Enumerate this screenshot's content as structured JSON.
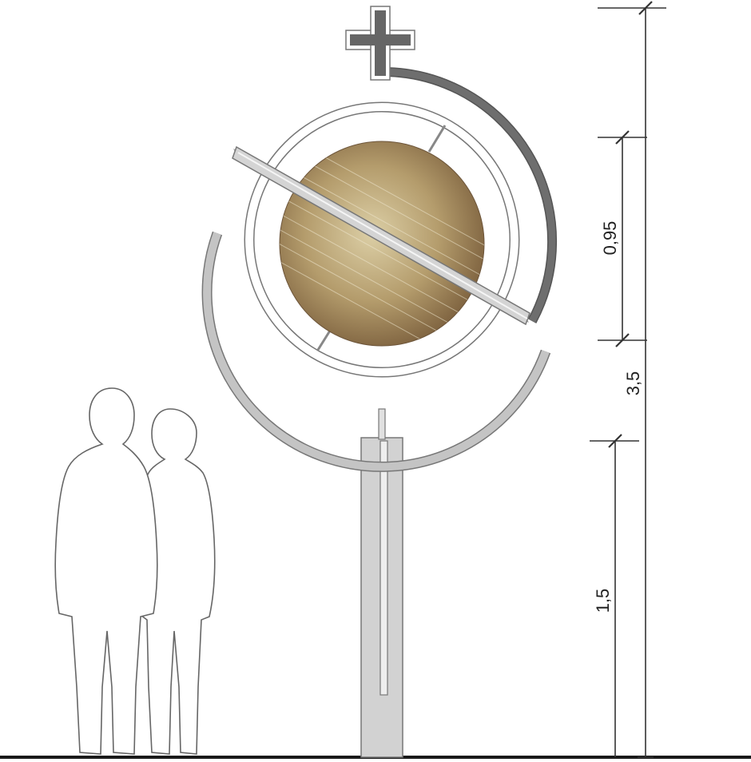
{
  "drawing": {
    "dimensions": {
      "total_height": "3,5",
      "sphere_height": "0,95",
      "pole_height": "1,5"
    },
    "colors": {
      "background": "#ffffff",
      "outline": "#777777",
      "dark_metal": "#6b6b6b",
      "light_metal": "#c4c4c4",
      "pole_fill": "#d2d2d2",
      "ground": "#1a1a1a",
      "sphere_center": "#d9cca3",
      "sphere_mid": "#b59e6f",
      "sphere_edge": "#7a5f3e",
      "dimension_line": "#333333"
    },
    "elements": [
      "cross",
      "outer-arc",
      "inner-ring",
      "sphere",
      "axis-bar",
      "lower-arc",
      "pole",
      "human-silhouettes",
      "ground-line"
    ]
  }
}
